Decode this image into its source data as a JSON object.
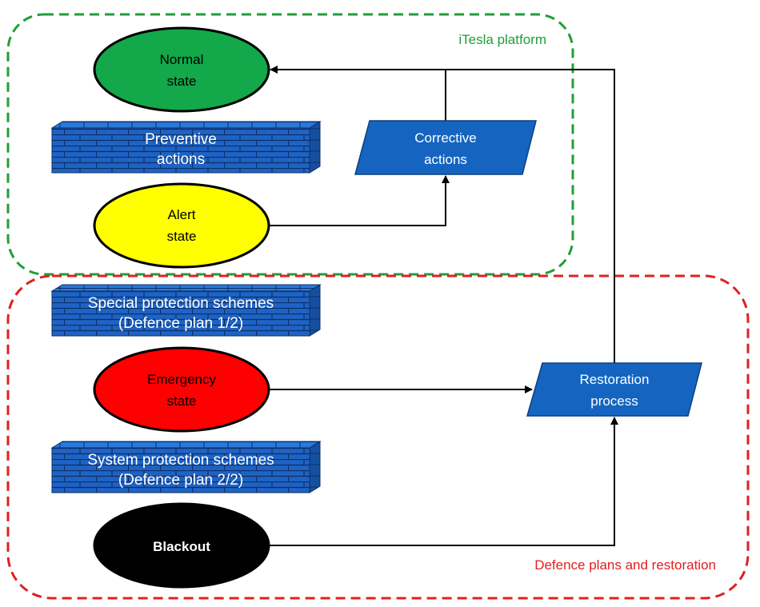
{
  "colors": {
    "green_group": "#1f9e3a",
    "red_group": "#e02020",
    "normal": "#13a84a",
    "alert": "#ffff00",
    "emergency": "#ff0000",
    "blackout": "#000000",
    "action_fill": "#1565c0",
    "wall_fill": "#1e63c4"
  },
  "groups": {
    "platform": {
      "title": "iTesla platform"
    },
    "defence": {
      "title": "Defence plans and restoration"
    }
  },
  "states": {
    "normal": {
      "line1": "Normal",
      "line2": "state"
    },
    "alert": {
      "line1": "Alert",
      "line2": "state"
    },
    "emergency": {
      "line1": "Emergency",
      "line2": "state"
    },
    "blackout": {
      "line1": "Blackout"
    }
  },
  "walls": {
    "preventive": {
      "line1": "Preventive",
      "line2": "actions"
    },
    "special": {
      "line1": "Special protection schemes",
      "line2": "(Defence plan 1/2)"
    },
    "system": {
      "line1": "System protection schemes",
      "line2": "(Defence plan 2/2)"
    }
  },
  "actions": {
    "corrective": {
      "line1": "Corrective",
      "line2": "actions"
    },
    "restoration": {
      "line1": "Restoration",
      "line2": "process"
    }
  }
}
